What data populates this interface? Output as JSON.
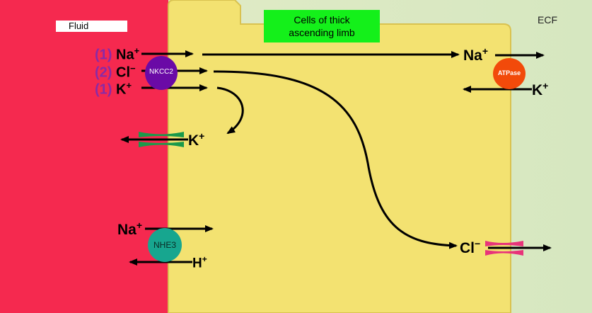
{
  "labels": {
    "fluid": "Fluid",
    "cell_title_line1": "Cells of thick",
    "cell_title_line2": "ascending limb",
    "ecf": "ECF"
  },
  "transporters": {
    "nkcc2": {
      "name": "NKCC2",
      "color": "#6a0aa6",
      "stoichiometry": [
        {
          "coef": "(1)",
          "ion": "Na",
          "charge": "+"
        },
        {
          "coef": "(2)",
          "ion": "Cl",
          "charge": "−"
        },
        {
          "coef": "(1)",
          "ion": "K",
          "charge": "+"
        }
      ]
    },
    "atpase": {
      "name": "ATPase",
      "color": "#f24a0a"
    },
    "nhe3": {
      "name": "NHE3",
      "color": "#17a68f"
    },
    "k_channel": {
      "color": "#1a9a4a"
    },
    "cl_channel": {
      "color": "#e8337a"
    }
  },
  "ions": {
    "na_basolateral": {
      "ion": "Na",
      "charge": "+"
    },
    "k_basolateral": {
      "ion": "K",
      "charge": "+"
    },
    "k_recycle": {
      "ion": "K",
      "charge": "+"
    },
    "na_nhe3": {
      "ion": "Na",
      "charge": "+"
    },
    "h_nhe3": {
      "ion": "H",
      "charge": "+"
    },
    "cl_basolateral": {
      "ion": "Cl",
      "charge": "−"
    }
  },
  "colors": {
    "lumen": "#f5294f",
    "cell": "#f3e271",
    "ecf": "#dfe9c3",
    "title_box": "#14f01a",
    "stoich_coef": "#8a2aa6"
  }
}
